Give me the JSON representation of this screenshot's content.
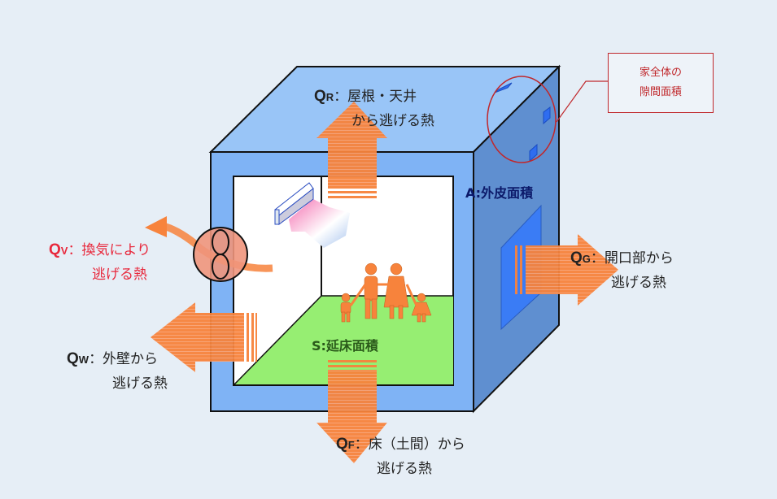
{
  "labels": {
    "roof": {
      "symbol": "Q",
      "sub": "R",
      "line1": "：屋根・天井",
      "line2": "から逃げる熱"
    },
    "vent": {
      "symbol": "Q",
      "sub": "V",
      "line1": "：換気により",
      "line2": "逃げる熱"
    },
    "wall": {
      "symbol": "Q",
      "sub": "W",
      "line1": "：外壁から",
      "line2": "逃げる熱"
    },
    "opening": {
      "symbol": "Q",
      "sub": "G",
      "line1": "：開口部から",
      "line2": "逃げる熱"
    },
    "floor": {
      "symbol": "Q",
      "sub": "F",
      "line1": "：床（土間）から",
      "line2": "逃げる熱"
    }
  },
  "areas": {
    "envelope": "A:外皮面積",
    "floor": "S:延床面積"
  },
  "callout": {
    "line1": "家全体の",
    "line2": "隙間面積"
  },
  "colors": {
    "background": "#e6eef6",
    "cube_front": "#7fb3f5",
    "cube_top": "#99c5f7",
    "cube_side": "#5f8fd0",
    "floor": "#96ee72",
    "arrow": "#f7833c",
    "callout": "#c0282c"
  }
}
